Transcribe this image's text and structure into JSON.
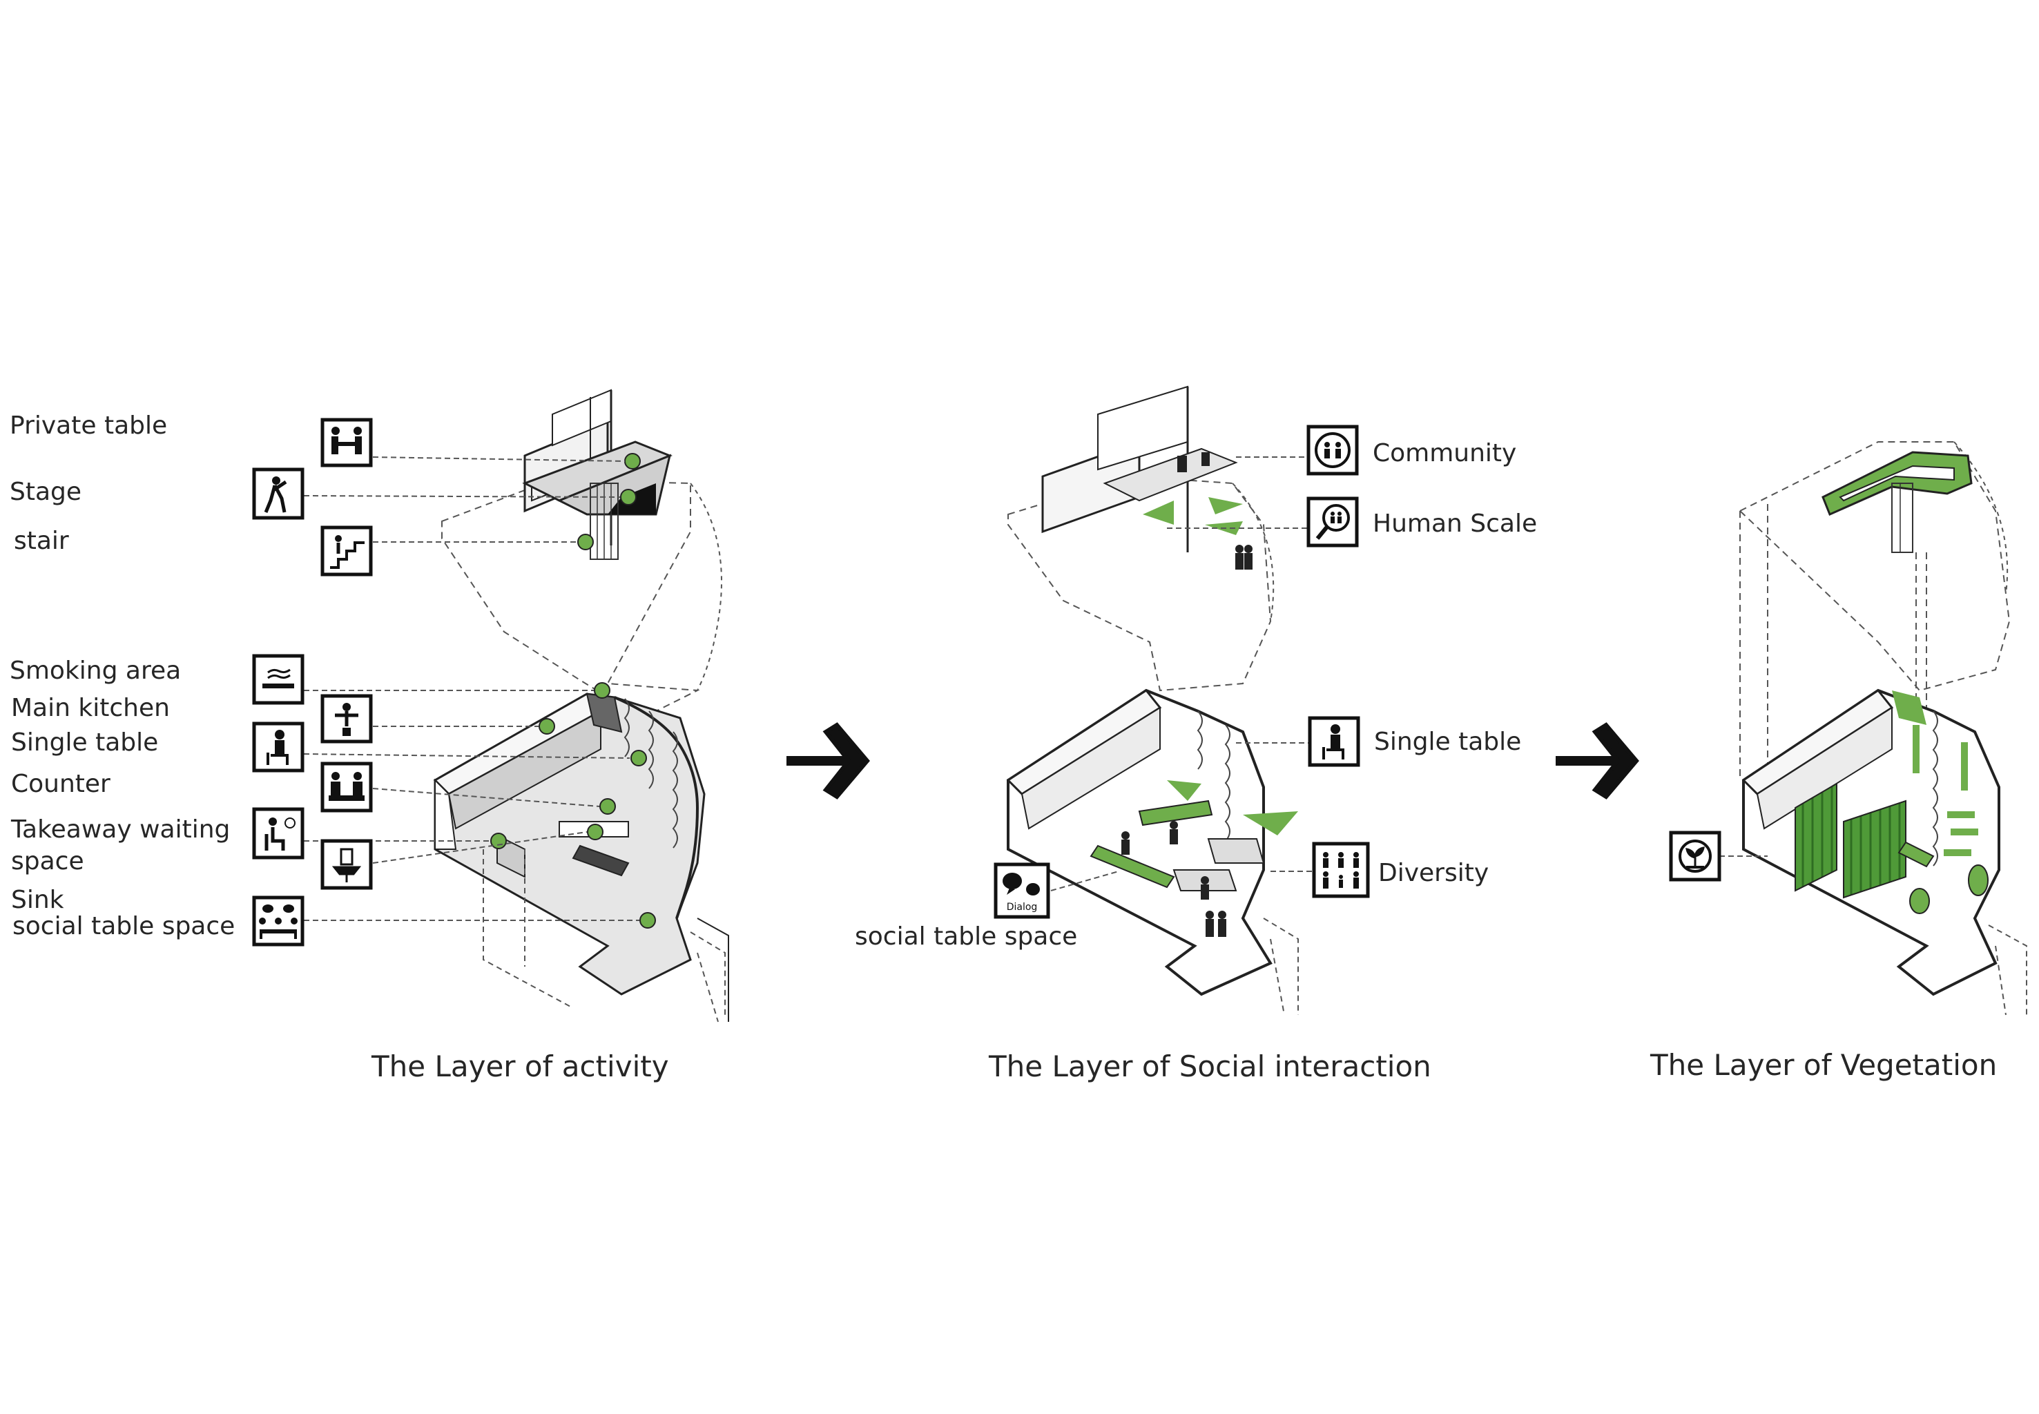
{
  "activity": {
    "title": "The Layer  of activity",
    "labels": {
      "private_table": "Private table",
      "stage": "Stage",
      "stair": "stair",
      "smoking": "Smoking area",
      "kitchen": "Main kitchen",
      "single": "Single table",
      "counter": "Counter",
      "takeaway_1": "Takeaway waiting",
      "takeaway_2": "space",
      "sink": "Sink",
      "social": "social table space"
    }
  },
  "social": {
    "title": "The  Layer  of  Social interaction",
    "labels": {
      "community": "Community",
      "human_scale": "Human Scale",
      "single": "Single table",
      "diversity": "Diversity",
      "social_space": "social table space",
      "dialog_icon_text": "Dialog"
    }
  },
  "vegetation": {
    "title": "The  Layer of  Vegetation"
  },
  "colors": {
    "accent_green": "#6fae4b",
    "line": "#222222",
    "floor_gray": "#e4e4e4"
  },
  "icons": [
    "private-table-icon",
    "stage-icon",
    "stair-icon",
    "smoking-icon",
    "kitchen-icon",
    "single-table-icon",
    "counter-icon",
    "waiting-icon",
    "sink-icon",
    "social-table-icon",
    "community-icon",
    "human-scale-icon",
    "diversity-icon",
    "dialog-icon",
    "plant-icon",
    "arrow-icon"
  ]
}
